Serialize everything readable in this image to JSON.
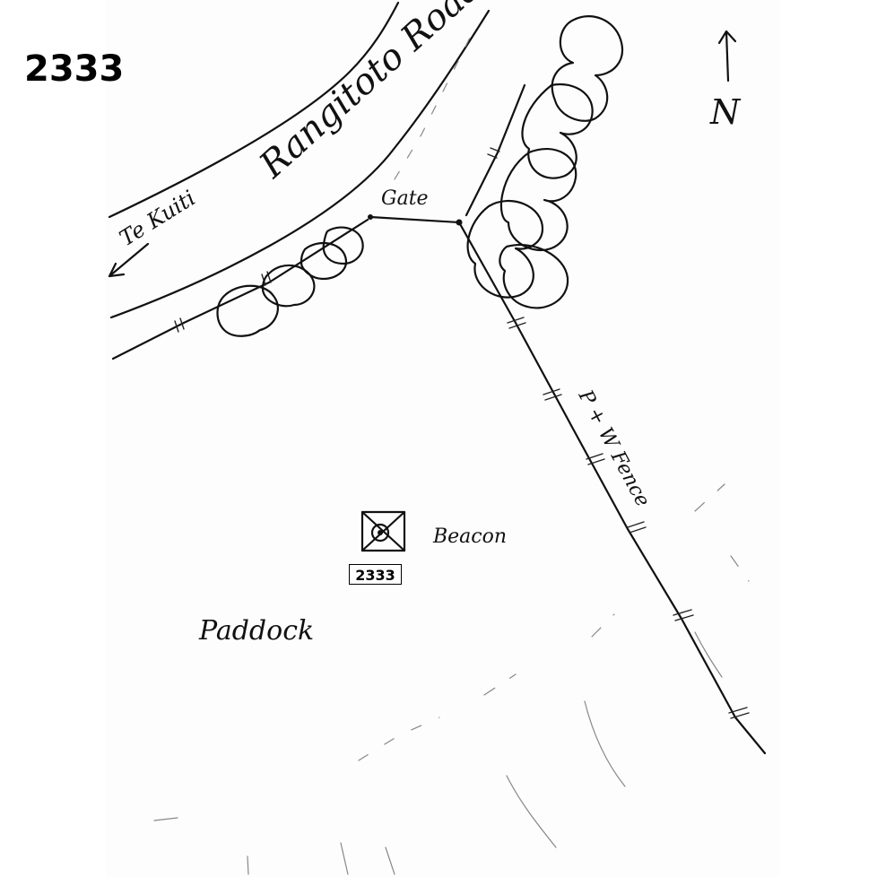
{
  "mark_id": "2333",
  "labels": {
    "road": "Rangitoto Road",
    "direction_to": "Te Kuiti",
    "gate": "Gate",
    "fence": "P + W Fence",
    "beacon": "Beacon",
    "paddock": "Paddock",
    "north": "N",
    "beacon_box": "2333"
  }
}
